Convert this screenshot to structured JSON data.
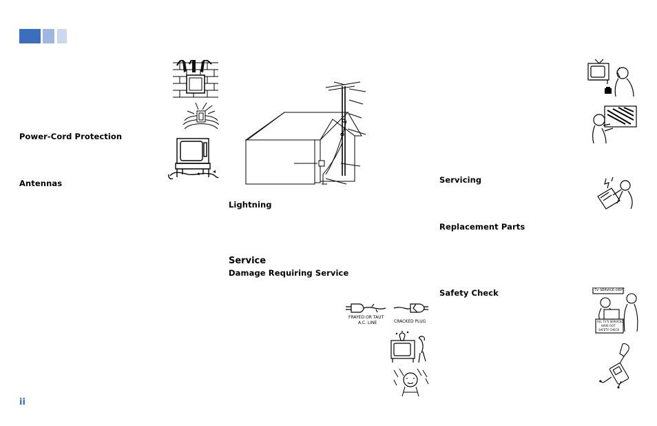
{
  "header": {
    "accent_colors": [
      "#3b6fbe",
      "#9fb6e0",
      "#ccd8ee"
    ]
  },
  "headings": {
    "power_cord_protection": "Power-Cord Protection",
    "antennas": "Antennas",
    "lightning": "Lightning",
    "service": "Service",
    "damage_requiring_service": "Damage Requiring Service",
    "servicing": "Servicing",
    "replacement_parts": "Replacement Parts",
    "safety_check": "Safety Check"
  },
  "illustrations": {
    "cord_labels": {
      "frayed": "FRAYED OR TAUT",
      "ac_line": "A.C. LINE",
      "cracked_plug": "CRACKED PLUG"
    },
    "sign_labels": {
      "tv_service": "TV SERVICE DEPT.",
      "safety_note_line1": "ALL TV'S SERVICED",
      "safety_note_line2": "HAVE GOT",
      "safety_note_line3": "SAFETY CHECK"
    }
  },
  "footer": {
    "page_number": "ii"
  }
}
